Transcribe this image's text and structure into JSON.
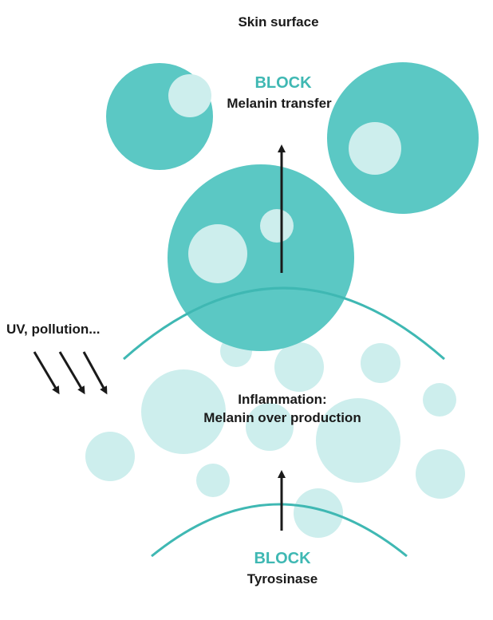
{
  "top_label": "Skin surface",
  "block_top": {
    "heading": "BLOCK",
    "text": "Melanin transfer"
  },
  "trigger_label": "UV, pollution...",
  "center_label": {
    "line1": "Inflammation:",
    "line2": "Melanin over production"
  },
  "block_bottom": {
    "heading": "BLOCK",
    "text": "Tyrosinase"
  },
  "colors": {
    "dark_teal": "#5bc8c4",
    "light_teal": "#cdeeed",
    "arc": "#3fb8b3",
    "accent_text": "#3fb8b3",
    "text": "#1a1a1a"
  }
}
